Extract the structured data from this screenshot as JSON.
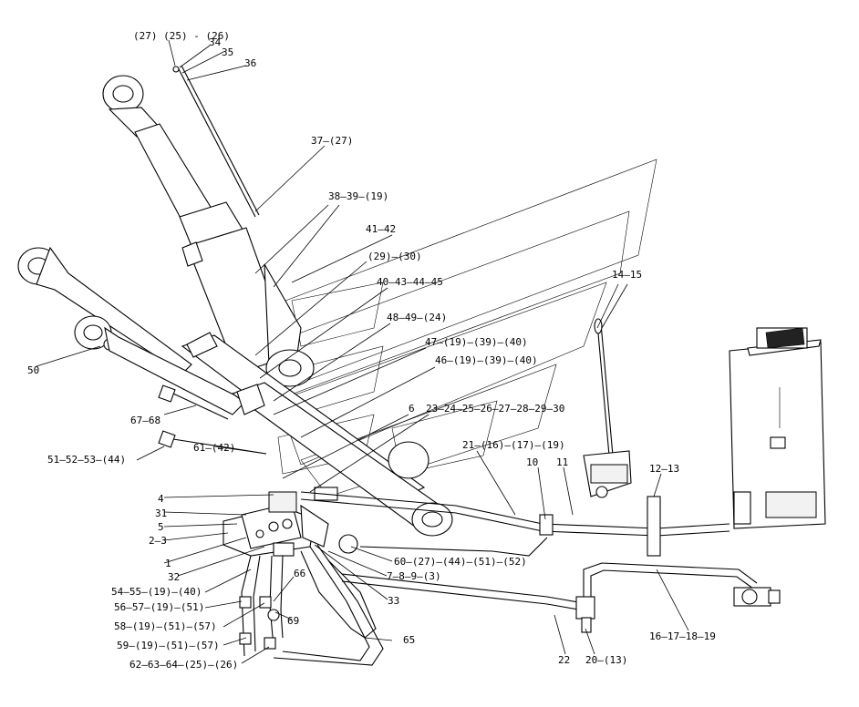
{
  "labels": {
    "l27_25_26": "(27) (25) - (26)",
    "l34": "34",
    "l35": "35",
    "l36": "36",
    "l37": "37–(27)",
    "l38": "38–39–(19)",
    "l41": "41–42",
    "l29": "(29)–(30)",
    "l40": "40–43–44–45",
    "l14": "14–15",
    "l48": "48–49–(24)",
    "l47": "47–(19)–(39)–(40)",
    "l46": "46–(19)–(39)–(40)",
    "l50": "50",
    "l6": "6",
    "l23": "23–24–25–26–27–28–29–30",
    "l67": "67–68",
    "l21": "21–(16)–(17)–(19)",
    "l61": "61–(42)",
    "l51": "51–52–53–(44)",
    "l10": "10",
    "l11": "11",
    "l12": "12–13",
    "l4": "4",
    "l31": "31",
    "l5": "5",
    "l2": "2–3",
    "l1": "1",
    "l32": "32",
    "l60": "60–(27)–(44)–(51)–(52)",
    "l7": "7–8–9–(3)",
    "l54": "54–55–(19)–(40)",
    "l66": "66",
    "l33": "33",
    "l56": "56–57–(19)–(51)",
    "l69": "69",
    "l58": "58–(19)–(51)–(57)",
    "l65": "65",
    "l59": "59–(19)–(51)–(57)",
    "l16": "16–17–18–19",
    "l62": "62–63–64–(25)–(26)",
    "l22": "22",
    "l20": "20–(13)"
  }
}
